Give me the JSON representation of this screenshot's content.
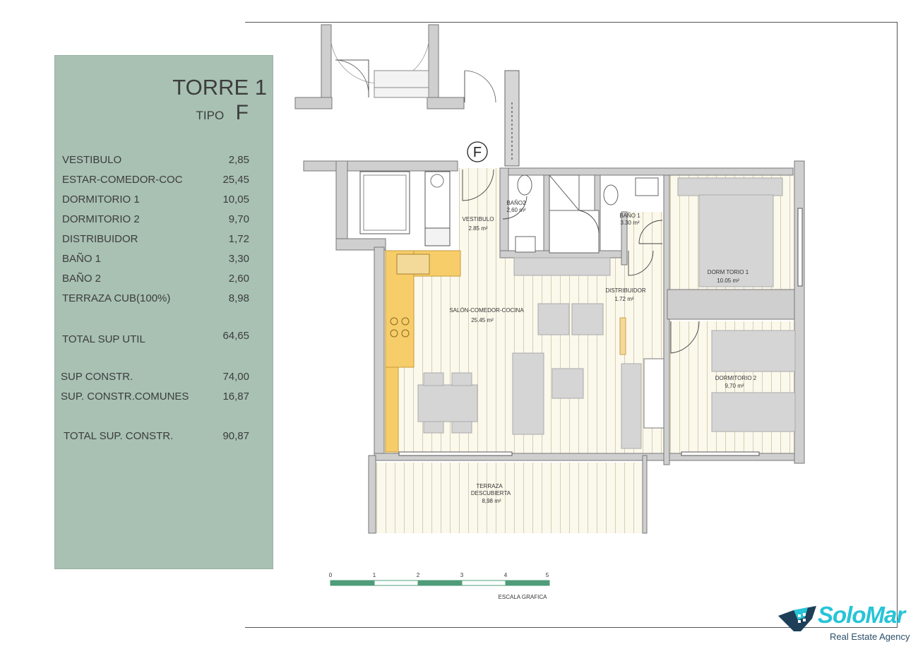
{
  "header": {
    "tower": "TORRE 1",
    "tipo_label": "TIPO",
    "tipo_letter": "F"
  },
  "areas": [
    {
      "label": "VESTIBULO",
      "value": "2,85"
    },
    {
      "label": "ESTAR-COMEDOR-COC",
      "value": "25,45"
    },
    {
      "label": "DORMITORIO 1",
      "value": "10,05"
    },
    {
      "label": "DORMITORIO 2",
      "value": "9,70"
    },
    {
      "label": "DISTRIBUIDOR",
      "value": "1,72"
    },
    {
      "label": "BAÑO 1",
      "value": "3,30"
    },
    {
      "label": "BAÑO 2",
      "value": "2,60"
    },
    {
      "label": "TERRAZA CUB(100%)",
      "value": "8,98"
    }
  ],
  "totals": {
    "util_label": "TOTAL SUP UTIL",
    "util_value": "64,65",
    "constr_label": "SUP CONSTR.",
    "constr_value": "74,00",
    "comunes_label": "SUP. CONSTR.COMUNES",
    "comunes_value": "16,87",
    "total_label": "TOTAL SUP. CONSTR.",
    "total_value": "90,87"
  },
  "plan": {
    "marker": "F",
    "rooms": [
      {
        "name": "VESTIBULO",
        "area": "2.85 m²"
      },
      {
        "name": "BAÑO2",
        "area": "2,60 m²"
      },
      {
        "name": "BAÑO 1",
        "area": "3.30 m²"
      },
      {
        "name": "DORM TORIO 1",
        "area": "10.05 m²"
      },
      {
        "name": "DISTRIBUIDOR",
        "area": "1.72 m²"
      },
      {
        "name": "SALÓN-COMEDOR-COCINA",
        "area": "25.45 m²"
      },
      {
        "name": "DORMITORIO 2",
        "area": "9,70 m²"
      },
      {
        "name": "TERRAZA",
        "name2": "DESCUBIERTA",
        "area": "8,98 m²"
      }
    ]
  },
  "scale": {
    "ticks": [
      "0",
      "1",
      "2",
      "3",
      "4",
      "5"
    ],
    "label": "ESCALA GRAFICA"
  },
  "logo": {
    "name": "SoloMar",
    "subtitle": "Real Estate Agency"
  }
}
